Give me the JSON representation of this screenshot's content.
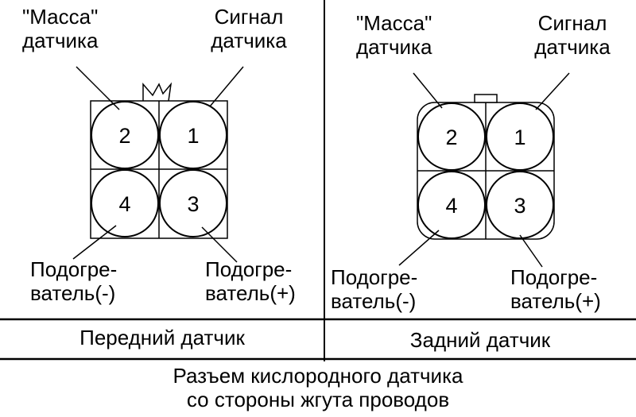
{
  "front": {
    "ground_line1": "\"Масса\"",
    "ground_line2": "датчика",
    "signal_line1": "Сигнал",
    "signal_line2": "датчика",
    "heater_neg_line1": "Подогре-",
    "heater_neg_line2": "ватель(-)",
    "heater_pos_line1": "Подогре-",
    "heater_pos_line2": "ватель(+)",
    "pins": [
      "2",
      "1",
      "4",
      "3"
    ],
    "caption": "Передний датчик"
  },
  "rear": {
    "ground_line1": "\"Масса\"",
    "ground_line2": "датчика",
    "signal_line1": "Сигнал",
    "signal_line2": "датчика",
    "heater_neg_line1": "Подогре-",
    "heater_neg_line2": "ватель(-)",
    "heater_pos_line1": "Подогре-",
    "heater_pos_line2": "ватель(+)",
    "pins": [
      "2",
      "1",
      "4",
      "3"
    ],
    "caption": "Задний датчик"
  },
  "footer": {
    "line1": "Разъем кислородного датчика",
    "line2": "со стороны жгута проводов"
  }
}
